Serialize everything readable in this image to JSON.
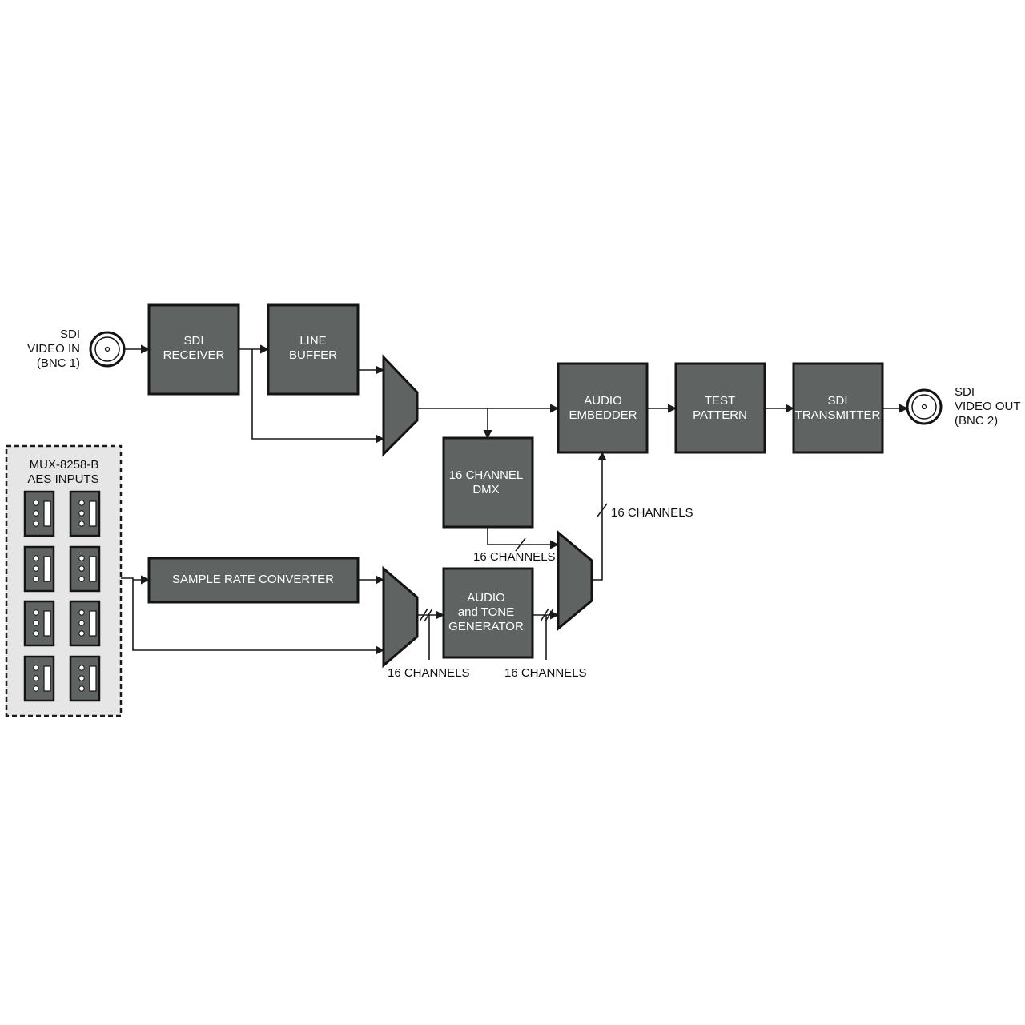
{
  "io": {
    "input": [
      "SDI",
      "VIDEO IN",
      "(BNC 1)"
    ],
    "output": [
      "SDI",
      "VIDEO OUT",
      "(BNC 2)"
    ]
  },
  "blocks": {
    "sdi_receiver": [
      "SDI",
      "RECEIVER"
    ],
    "line_buffer": [
      "LINE",
      "BUFFER"
    ],
    "audio_embedder": [
      "AUDIO",
      "EMBEDDER"
    ],
    "test_pattern": [
      "TEST",
      "PATTERN"
    ],
    "sdi_transmitter": [
      "SDI",
      "TRANSMITTER"
    ],
    "dmx": [
      "16 CHANNEL",
      "DMX"
    ],
    "src": [
      "SAMPLE RATE CONVERTER"
    ],
    "tone_gen": [
      "AUDIO",
      "and TONE",
      "GENERATOR"
    ]
  },
  "aes_panel": [
    "MUX-8258-B",
    "AES INPUTS"
  ],
  "channel_labels": {
    "c1": "16 CHANNELS",
    "c2": "16 CHANNELS",
    "c3": "16 CHANNELS",
    "c4": "16 CHANNELS"
  },
  "colors": {
    "block": "#5f6361",
    "panel": "#e6e6e6",
    "stroke": "#141414"
  }
}
